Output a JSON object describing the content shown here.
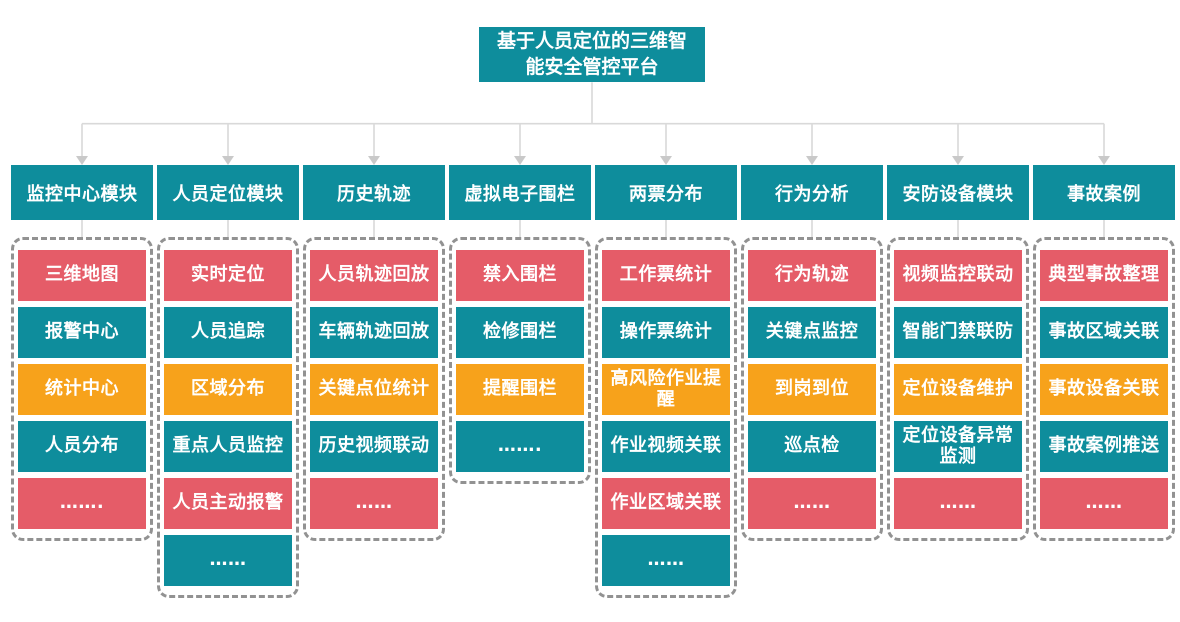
{
  "title": "基于人员定位的三维智能安全管控平台",
  "colors": {
    "teal": "#0E8D9C",
    "red": "#E55C68",
    "orange": "#F7A21B",
    "connector_line": "#D9D9D9",
    "arrowhead": "#C9C9C9",
    "dashed_border": "#929292"
  },
  "modules": [
    {
      "label": "监控中心模块",
      "items": [
        {
          "label": "三维地图",
          "color": "red"
        },
        {
          "label": "报警中心",
          "color": "teal"
        },
        {
          "label": "统计中心",
          "color": "orange"
        },
        {
          "label": "人员分布",
          "color": "teal"
        },
        {
          "label": "…….",
          "color": "red"
        }
      ]
    },
    {
      "label": "人员定位模块",
      "items": [
        {
          "label": "实时定位",
          "color": "red"
        },
        {
          "label": "人员追踪",
          "color": "teal"
        },
        {
          "label": "区域分布",
          "color": "orange"
        },
        {
          "label": "重点人员监控",
          "color": "teal"
        },
        {
          "label": "人员主动报警",
          "color": "red"
        },
        {
          "label": "……",
          "color": "teal"
        }
      ]
    },
    {
      "label": "历史轨迹",
      "items": [
        {
          "label": "人员轨迹回放",
          "color": "red"
        },
        {
          "label": "车辆轨迹回放",
          "color": "teal"
        },
        {
          "label": "关键点位统计",
          "color": "orange"
        },
        {
          "label": "历史视频联动",
          "color": "teal"
        },
        {
          "label": "……",
          "color": "red"
        }
      ]
    },
    {
      "label": "虚拟电子围栏",
      "items": [
        {
          "label": "禁入围栏",
          "color": "red"
        },
        {
          "label": "检修围栏",
          "color": "teal"
        },
        {
          "label": "提醒围栏",
          "color": "orange"
        },
        {
          "label": "…….",
          "color": "teal"
        }
      ]
    },
    {
      "label": "两票分布",
      "items": [
        {
          "label": "工作票统计",
          "color": "red"
        },
        {
          "label": "操作票统计",
          "color": "teal"
        },
        {
          "label": "高风险作业提醒",
          "color": "orange"
        },
        {
          "label": "作业视频关联",
          "color": "teal"
        },
        {
          "label": "作业区域关联",
          "color": "red"
        },
        {
          "label": "……",
          "color": "teal"
        }
      ]
    },
    {
      "label": "行为分析",
      "items": [
        {
          "label": "行为轨迹",
          "color": "red"
        },
        {
          "label": "关键点监控",
          "color": "teal"
        },
        {
          "label": "到岗到位",
          "color": "orange"
        },
        {
          "label": "巡点检",
          "color": "teal"
        },
        {
          "label": "……",
          "color": "red"
        }
      ]
    },
    {
      "label": "安防设备模块",
      "items": [
        {
          "label": "视频监控联动",
          "color": "red"
        },
        {
          "label": "智能门禁联防",
          "color": "teal"
        },
        {
          "label": "定位设备维护",
          "color": "orange"
        },
        {
          "label": "定位设备异常监测",
          "color": "teal"
        },
        {
          "label": "……",
          "color": "red"
        }
      ]
    },
    {
      "label": "事故案例",
      "items": [
        {
          "label": "典型事故整理",
          "color": "red"
        },
        {
          "label": "事故区域关联",
          "color": "teal"
        },
        {
          "label": "事故设备关联",
          "color": "orange"
        },
        {
          "label": "事故案例推送",
          "color": "teal"
        },
        {
          "label": "……",
          "color": "red"
        }
      ]
    }
  ]
}
